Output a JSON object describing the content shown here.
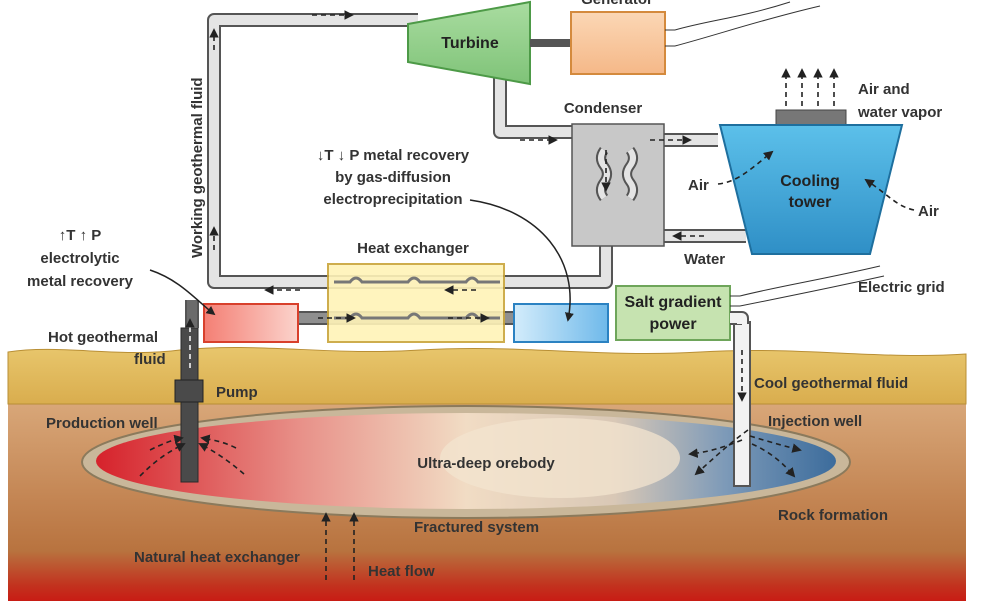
{
  "labels": {
    "generator": "Generator",
    "turbine": "Turbine",
    "working_fluid": "Working geothermal fluid",
    "condenser": "Condenser",
    "air_vapor_1": "Air and",
    "air_vapor_2": "water vapor",
    "cooling_tower_1": "Cooling",
    "cooling_tower_2": "tower",
    "air_left": "Air",
    "air_right": "Air",
    "water": "Water",
    "gde_1": "↓T ↓ P metal recovery",
    "gde_2": "by gas-diffusion",
    "gde_3": "electroprecipitation",
    "electrolytic_1": "↑T ↑ P",
    "electrolytic_2": "electrolytic",
    "electrolytic_3": "metal recovery",
    "heat_exchanger": "Heat exchanger",
    "salt_1": "Salt gradient",
    "salt_2": "power",
    "electric_grid": "Electric grid",
    "hot_fluid_1": "Hot geothermal",
    "hot_fluid_2": "fluid",
    "pump": "Pump",
    "cool_fluid": "Cool geothermal fluid",
    "production_well": "Production well",
    "injection_well": "Injection well",
    "orebody": "Ultra-deep orebody",
    "fractured": "Fractured system",
    "rock": "Rock formation",
    "natural_hx": "Natural heat exchanger",
    "heat_flow": "Heat flow"
  },
  "colors": {
    "turbine": "#8ed08e",
    "generator": "#f9c9a0",
    "cooling_tower": "#4fb3e0",
    "heat_exchanger": "#fff2b3",
    "hot_unit": "#f7a39a",
    "cool_unit": "#8ecaf0",
    "salt_power": "#bfe0a8",
    "ground_top": "#e3c36a",
    "hot_zone": "#d9252a",
    "cool_zone": "#3f6f9e"
  }
}
